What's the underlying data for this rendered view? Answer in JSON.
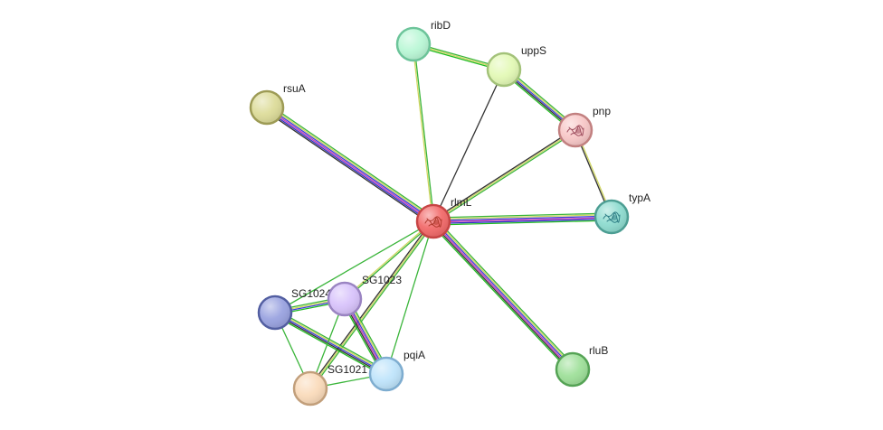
{
  "network": {
    "colors": {
      "database": "#3ab53a",
      "textmining": "#cfd660",
      "coexpression": "#333333",
      "homology": "#3d3ddb",
      "experimental": "#c23bb5",
      "cooccurrence": "#2f2fc6",
      "neighborhood": "#22bb22"
    },
    "nodes": [
      {
        "id": "rlmL",
        "label": "rlmL",
        "fill": "#f26b6b",
        "stroke": "#c74444",
        "center": true,
        "icon": "protein-structure-icon"
      },
      {
        "id": "ribD",
        "label": "ribD",
        "fill": "#baf7d6",
        "stroke": "#6cc49a"
      },
      {
        "id": "uppS",
        "label": "uppS",
        "fill": "#e3f9b6",
        "stroke": "#a3c279"
      },
      {
        "id": "rsuA",
        "label": "rsuA",
        "fill": "#dddc9a",
        "stroke": "#9d9b55"
      },
      {
        "id": "pnp",
        "label": "pnp",
        "fill": "#f8c8c8",
        "stroke": "#c28080",
        "icon": "protein-structure-icon"
      },
      {
        "id": "typA",
        "label": "typA",
        "fill": "#8fdcd0",
        "stroke": "#4c9e93",
        "icon": "protein-structure-icon"
      },
      {
        "id": "SG1024",
        "label": "SG1024",
        "fill": "#9aa3e0",
        "stroke": "#525ea1"
      },
      {
        "id": "SG1023",
        "label": "SG1023",
        "fill": "#d8c3fb",
        "stroke": "#9a84c2"
      },
      {
        "id": "SG1021",
        "label": "SG1021",
        "fill": "#fadbbb",
        "stroke": "#c29f7b"
      },
      {
        "id": "pqiA",
        "label": "pqiA",
        "fill": "#bfe4fb",
        "stroke": "#7eadd0"
      },
      {
        "id": "rluB",
        "label": "rluB",
        "fill": "#9fe09a",
        "stroke": "#55a355"
      }
    ],
    "edges": [
      {
        "a": "ribD",
        "b": "uppS",
        "types": [
          "database",
          "textmining",
          "neighborhood"
        ]
      },
      {
        "a": "ribD",
        "b": "rlmL",
        "types": [
          "database",
          "textmining"
        ]
      },
      {
        "a": "uppS",
        "b": "rlmL",
        "types": [
          "coexpression"
        ]
      },
      {
        "a": "uppS",
        "b": "pnp",
        "types": [
          "database",
          "textmining",
          "homology",
          "coexpression",
          "neighborhood"
        ]
      },
      {
        "a": "pnp",
        "b": "rlmL",
        "types": [
          "database",
          "textmining",
          "coexpression"
        ]
      },
      {
        "a": "pnp",
        "b": "typA",
        "types": [
          "textmining",
          "coexpression"
        ]
      },
      {
        "a": "rsuA",
        "b": "rlmL",
        "types": [
          "database",
          "textmining",
          "homology",
          "experimental",
          "cooccurrence",
          "coexpression"
        ]
      },
      {
        "a": "rlmL",
        "b": "typA",
        "types": [
          "database",
          "textmining",
          "homology",
          "experimental",
          "cooccurrence",
          "neighborhood"
        ]
      },
      {
        "a": "rlmL",
        "b": "rluB",
        "types": [
          "database",
          "textmining",
          "homology",
          "experimental",
          "coexpression",
          "neighborhood"
        ]
      },
      {
        "a": "rlmL",
        "b": "SG1024",
        "types": [
          "database"
        ]
      },
      {
        "a": "rlmL",
        "b": "SG1023",
        "types": [
          "database",
          "textmining"
        ]
      },
      {
        "a": "rlmL",
        "b": "SG1021",
        "types": [
          "database",
          "textmining",
          "coexpression"
        ]
      },
      {
        "a": "rlmL",
        "b": "pqiA",
        "types": [
          "database"
        ]
      },
      {
        "a": "SG1024",
        "b": "SG1023",
        "types": [
          "database",
          "textmining",
          "homology",
          "neighborhood"
        ]
      },
      {
        "a": "SG1024",
        "b": "pqiA",
        "types": [
          "database",
          "textmining",
          "homology",
          "coexpression",
          "neighborhood"
        ]
      },
      {
        "a": "SG1024",
        "b": "SG1021",
        "types": [
          "database"
        ]
      },
      {
        "a": "SG1023",
        "b": "pqiA",
        "types": [
          "database",
          "textmining",
          "homology",
          "experimental",
          "coexpression",
          "neighborhood"
        ]
      },
      {
        "a": "SG1023",
        "b": "SG1021",
        "types": [
          "database"
        ]
      },
      {
        "a": "SG1021",
        "b": "pqiA",
        "types": [
          "database"
        ]
      }
    ]
  }
}
